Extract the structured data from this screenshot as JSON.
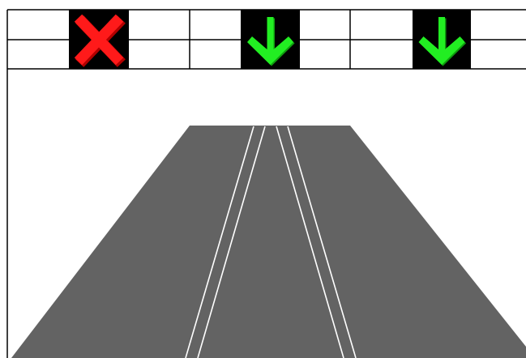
{
  "gantry": {
    "signals": [
      {
        "lane": 1,
        "signal": "lane-closed",
        "icon": "red-x-icon",
        "color": "#ff1a1a"
      },
      {
        "lane": 2,
        "signal": "lane-open",
        "icon": "green-down-arrow-icon",
        "color": "#22ee22"
      },
      {
        "lane": 3,
        "signal": "lane-open",
        "icon": "green-down-arrow-icon",
        "color": "#22ee22"
      }
    ]
  },
  "road": {
    "surface_color": "#636363",
    "marking_color": "#ffffff",
    "lane_count": 3
  }
}
